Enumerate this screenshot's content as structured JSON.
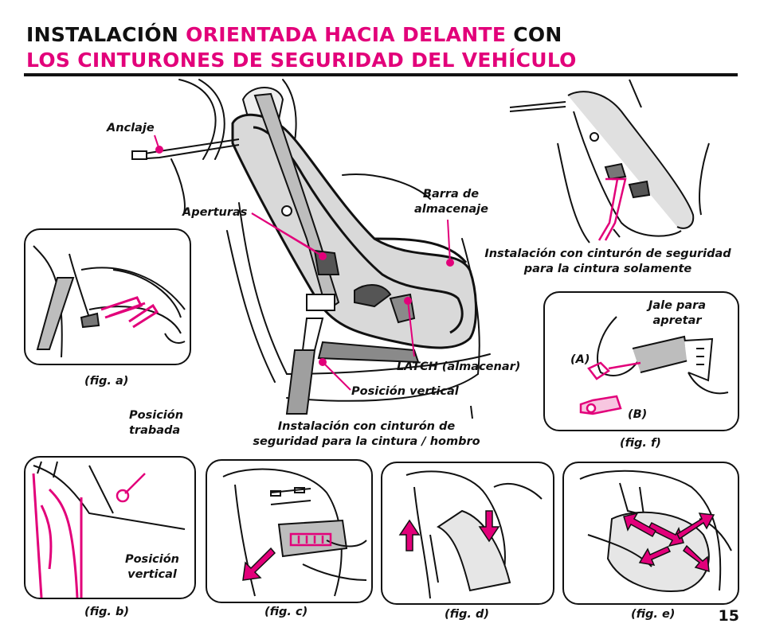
{
  "header": {
    "title_part1": "INSTALACIÓN ",
    "title_part2": "ORIENTADA HACIA DELANTE",
    "title_part3": " CON",
    "title_line2": "LOS CINTURONES DE SEGURIDAD DEL VEHÍCULO"
  },
  "labels": {
    "anclaje": "Anclaje",
    "barra_1": "Barra de",
    "barra_2": "almacenaje",
    "aperturas": "Aperturas",
    "latch": "LATCH (almacenar)",
    "posicion_vertical": "Posición vertical",
    "install_shoulder_1": "Instalación con cinturón de",
    "install_shoulder_2": "seguridad para la cintura / hombro",
    "install_lap_1": "Instalación con cinturón de seguridad",
    "install_lap_2": "para la cintura solamente",
    "jale_1": "Jale para",
    "jale_2": "apretar",
    "a": "(A)",
    "b": "(B)",
    "posicion_trabada_1": "Posición",
    "posicion_trabada_2": "trabada",
    "posicion_vertical_b_1": "Posición",
    "posicion_vertical_b_2": "vertical"
  },
  "figures": {
    "a": "(fig. a)",
    "b": "(fig. b)",
    "c": "(fig. c)",
    "d": "(fig. d)",
    "e": "(fig. e)",
    "f": "(fig. f)"
  },
  "page_number": "15",
  "colors": {
    "accent": "#e2007a",
    "ink": "#111111",
    "seat_fill": "#d9d9d9"
  }
}
